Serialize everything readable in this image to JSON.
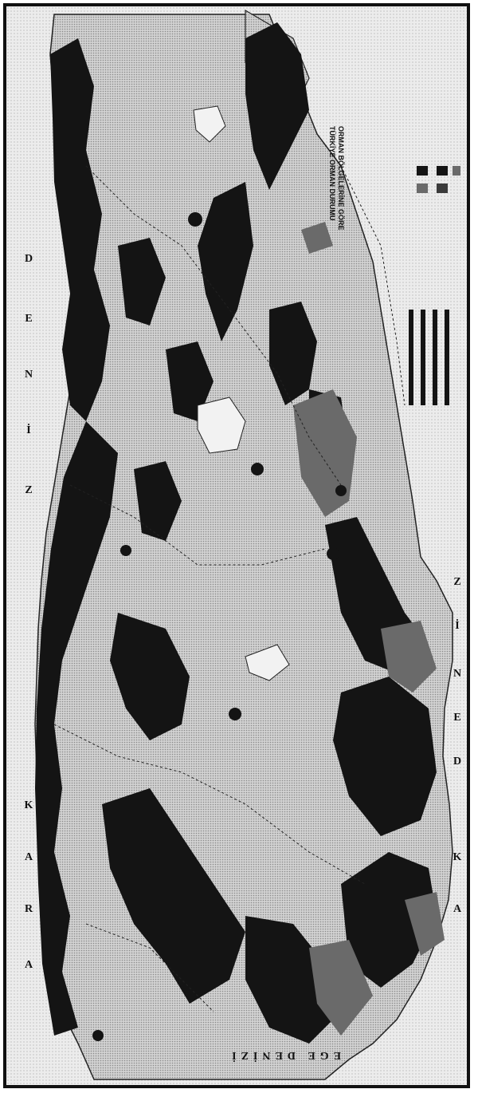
{
  "map": {
    "legend_title_lines": [
      "ORMAN BÖLGELERİNE GÖRE",
      "TÜRKİYE ORMAN DURUMU"
    ],
    "sea_labels": {
      "black_sea_letters": [
        "D",
        "E",
        "N",
        "İ",
        "Z",
        "K",
        "A",
        "R",
        "A"
      ],
      "mediterranean_letters": [
        "Z",
        "İ",
        "N",
        "E",
        "D",
        "K",
        "A"
      ],
      "aegean_text": "EGE DENİZİ"
    },
    "colors": {
      "land": "#c9c9c9",
      "sea": "#e9e9e9",
      "forest": "#141414",
      "degraded_forest": "#6a6a6a",
      "border": "#111111"
    }
  }
}
